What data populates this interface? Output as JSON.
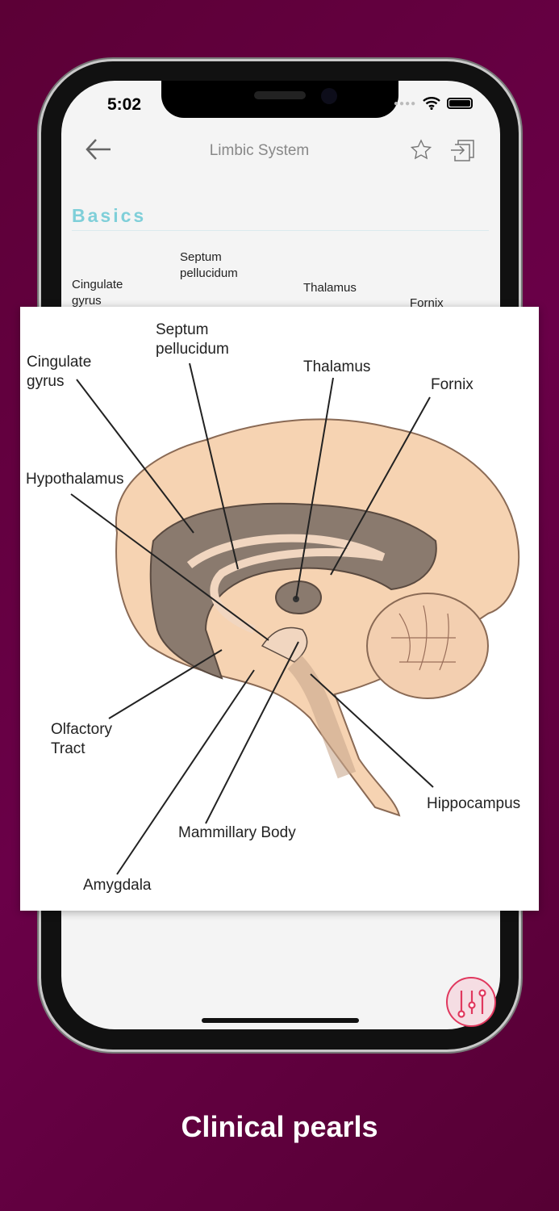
{
  "status_bar": {
    "time": "5:02"
  },
  "header": {
    "title": "Limbic System",
    "back_icon": "arrow-left-icon",
    "favorite_icon": "star-icon",
    "export_icon": "exit-icon"
  },
  "section": {
    "title": "Basics"
  },
  "background_labels": {
    "cingulate": "Cingulate\ngyrus",
    "septum": "Septum\npellucidum",
    "thalamus": "Thalamus",
    "fornix": "Fornix"
  },
  "diagram": {
    "labels": {
      "cingulate_gyrus": "Cingulate\ngyrus",
      "septum_pellucidum": "Septum\npellucidum",
      "thalamus": "Thalamus",
      "fornix": "Fornix",
      "hypothalamus": "Hypothalamus",
      "olfactory_tract": "Olfactory\nTract",
      "mammillary_body": "Mammillary Body",
      "amygdala": "Amygdala",
      "hippocampus": "Hippocampus"
    }
  },
  "fab": {
    "icon": "sliders-icon",
    "color": "#e0385e"
  },
  "caption": "Clinical pearls",
  "colors": {
    "background": "#640040",
    "accent": "#7fcfd9"
  }
}
